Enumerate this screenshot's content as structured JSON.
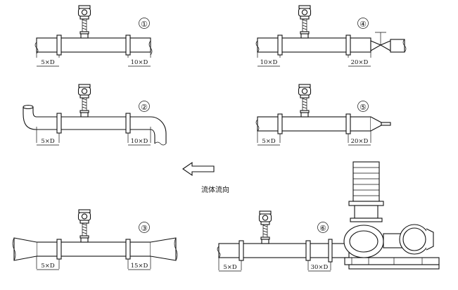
{
  "installations": [
    {
      "number": "①",
      "upstream": "5×D",
      "downstream": "10×D"
    },
    {
      "number": "②",
      "upstream": "5×D",
      "downstream": "10×D"
    },
    {
      "number": "③",
      "upstream": "5×D",
      "downstream": "15×D"
    },
    {
      "number": "④",
      "upstream": "10×D",
      "downstream": "20×D"
    },
    {
      "number": "⑤",
      "upstream": "5×D",
      "downstream": "20×D"
    },
    {
      "number": "⑥",
      "upstream": "5×D",
      "downstream": "30×D"
    }
  ],
  "flow": {
    "label": "流体流向"
  }
}
